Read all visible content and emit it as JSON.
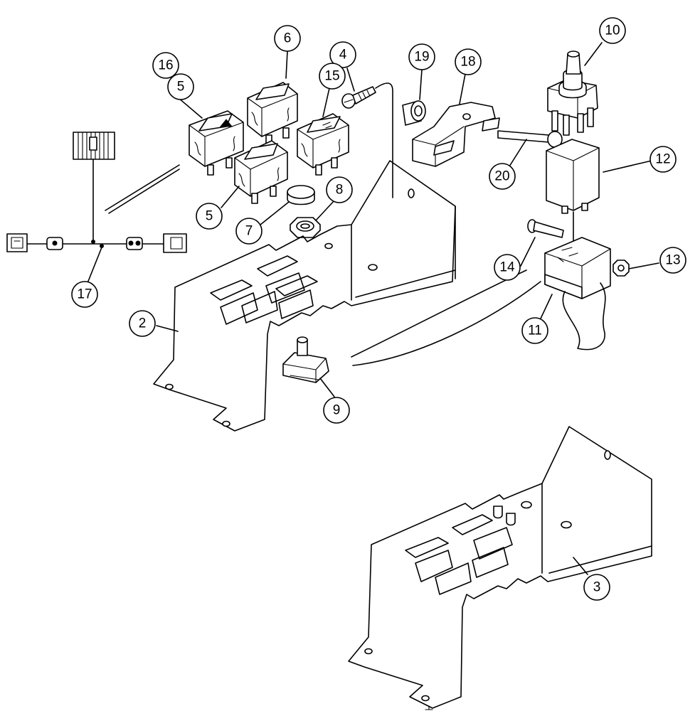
{
  "callouts": [
    {
      "id": "c16",
      "label": "16"
    },
    {
      "id": "c5a",
      "label": "5"
    },
    {
      "id": "c6",
      "label": "6"
    },
    {
      "id": "c4",
      "label": "4"
    },
    {
      "id": "c19",
      "label": "19"
    },
    {
      "id": "c18",
      "label": "18"
    },
    {
      "id": "c10",
      "label": "10"
    },
    {
      "id": "c15",
      "label": "15"
    },
    {
      "id": "c20",
      "label": "20"
    },
    {
      "id": "c12",
      "label": "12"
    },
    {
      "id": "c5b",
      "label": "5"
    },
    {
      "id": "c8",
      "label": "8"
    },
    {
      "id": "c7",
      "label": "7"
    },
    {
      "id": "c17",
      "label": "17"
    },
    {
      "id": "c14",
      "label": "14"
    },
    {
      "id": "c13",
      "label": "13"
    },
    {
      "id": "c2",
      "label": "2"
    },
    {
      "id": "c11",
      "label": "11"
    },
    {
      "id": "c9",
      "label": "9"
    },
    {
      "id": "c3",
      "label": "3"
    }
  ]
}
